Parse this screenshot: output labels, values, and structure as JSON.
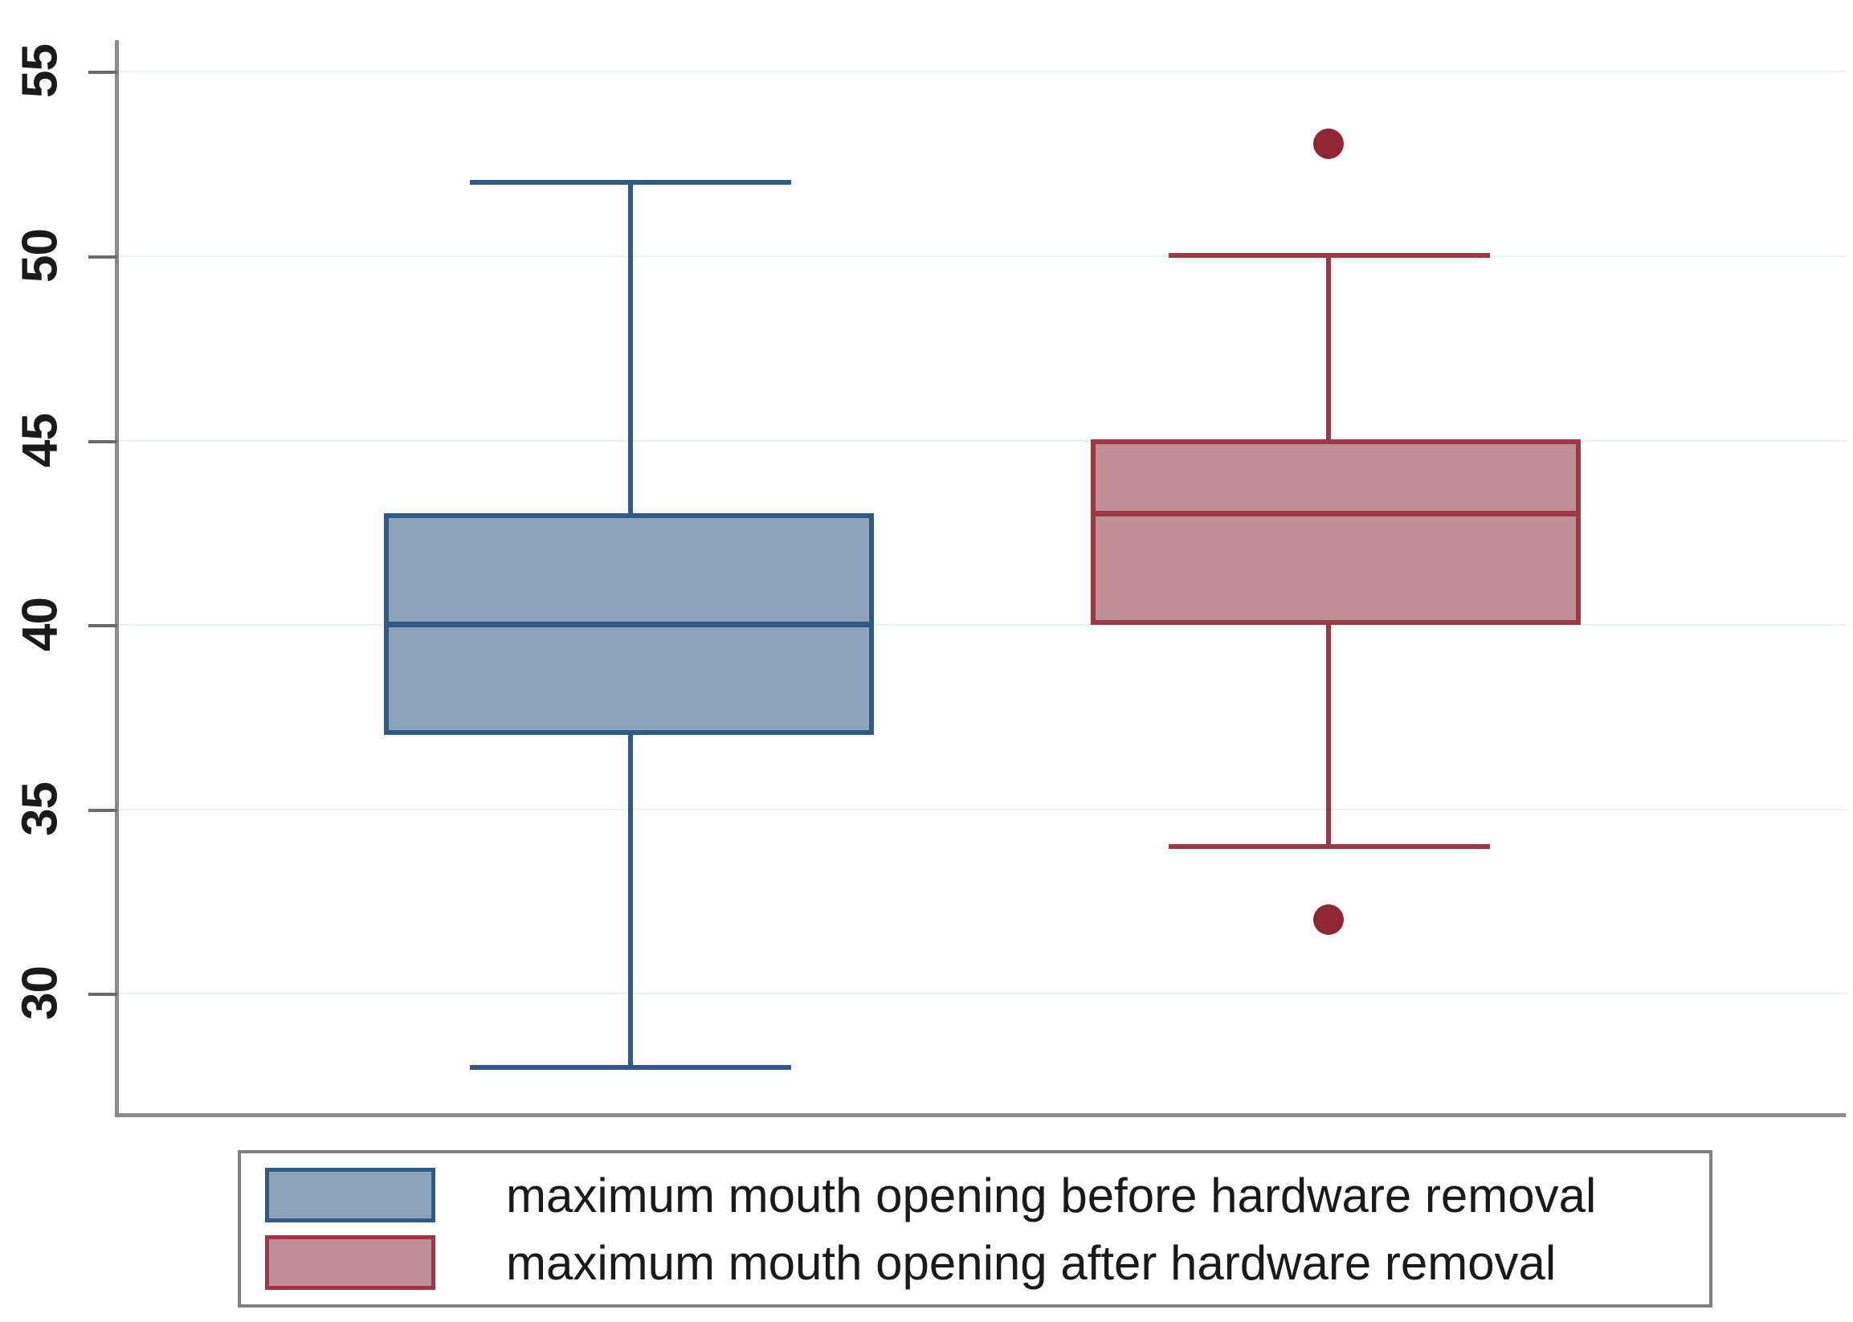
{
  "chart_data": {
    "type": "box",
    "title": "",
    "xlabel": "",
    "ylabel": "",
    "ylim": [
      27.2,
      56.5
    ],
    "grid": true,
    "y_ticks": [
      55,
      50,
      45,
      40,
      35,
      30
    ],
    "y_tick_labels": [
      "55",
      "50",
      "45",
      "40",
      "35",
      "30"
    ],
    "legend_position": "bottom",
    "series": [
      {
        "name": "maximum mouth opening before hardware removal",
        "fill_color": "#8ca3ba",
        "line_color": "#2e5a84",
        "min": 28,
        "q1": 37,
        "median": 40,
        "q3": 43,
        "max": 52,
        "outliers": []
      },
      {
        "name": "maximum mouth opening after hardware removal",
        "fill_color": "#c08e97",
        "line_color": "#9b3845",
        "min": 34,
        "q1": 40,
        "median": 43,
        "q3": 45,
        "max": 50,
        "outliers": [
          53,
          32
        ]
      }
    ]
  },
  "legend": {
    "items": [
      {
        "label": "maximum mouth opening before hardware removal",
        "fill": "#8ca3ba",
        "border": "#2e5a84"
      },
      {
        "label": "maximum mouth opening after hardware removal",
        "fill": "#c08e97",
        "border": "#9b3845"
      }
    ]
  },
  "axis": {
    "tick_label_color": "#1a1a1a",
    "axis_color": "#8a8a8a",
    "gridline_color": "#e8f2f4"
  }
}
